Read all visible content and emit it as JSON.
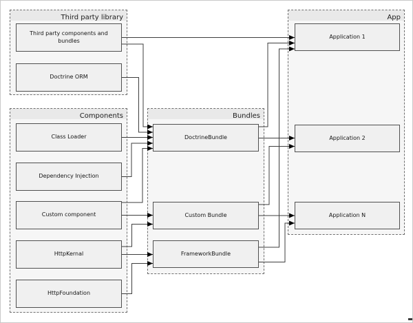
{
  "groups": {
    "third_party": {
      "label": "Third party library"
    },
    "components": {
      "label": "Components"
    },
    "bundles": {
      "label": "Bundles"
    },
    "app": {
      "label": "App"
    }
  },
  "nodes": {
    "third_party_components": {
      "label": "Third party components and bundles"
    },
    "doctrine_orm": {
      "label": "Doctrine ORM"
    },
    "class_loader": {
      "label": "Class Loader"
    },
    "dependency_injection": {
      "label": "Dependency Injection"
    },
    "custom_component": {
      "label": "Custom component"
    },
    "http_kernal": {
      "label": "HttpKernal"
    },
    "http_foundation": {
      "label": "HttpFoundation"
    },
    "doctrine_bundle": {
      "label": "DoctrineBundle"
    },
    "custom_bundle": {
      "label": "Custom Bundle"
    },
    "framework_bundle": {
      "label": "FrameworkBundle"
    },
    "application_1": {
      "label": "Application 1"
    },
    "application_2": {
      "label": "Application 2"
    },
    "application_n": {
      "label": "Application N"
    }
  },
  "edges": [
    {
      "from": "third_party_components",
      "to": "application_1"
    },
    {
      "from": "third_party_components",
      "to": "doctrine_bundle"
    },
    {
      "from": "doctrine_orm",
      "to": "doctrine_bundle"
    },
    {
      "from": "class_loader",
      "to": "doctrine_bundle"
    },
    {
      "from": "dependency_injection",
      "to": "doctrine_bundle"
    },
    {
      "from": "custom_component",
      "to": "doctrine_bundle"
    },
    {
      "from": "custom_component",
      "to": "custom_bundle"
    },
    {
      "from": "http_kernal",
      "to": "custom_bundle"
    },
    {
      "from": "http_kernal",
      "to": "framework_bundle"
    },
    {
      "from": "http_foundation",
      "to": "framework_bundle"
    },
    {
      "from": "doctrine_bundle",
      "to": "application_1"
    },
    {
      "from": "doctrine_bundle",
      "to": "application_2"
    },
    {
      "from": "custom_bundle",
      "to": "application_2"
    },
    {
      "from": "custom_bundle",
      "to": "application_n"
    },
    {
      "from": "framework_bundle",
      "to": "application_1"
    },
    {
      "from": "framework_bundle",
      "to": "application_n"
    }
  ],
  "colors": {
    "background": "#ffffff",
    "group_fill": "#f6f6f6",
    "group_title_band": "#e9e9e9",
    "group_border": "#6e6e6e",
    "node_fill": "#f0f0f0",
    "node_border": "#4f4f4f",
    "edge_line": "#3d3d3d",
    "arrowhead": "#000000",
    "text": "#141414"
  }
}
